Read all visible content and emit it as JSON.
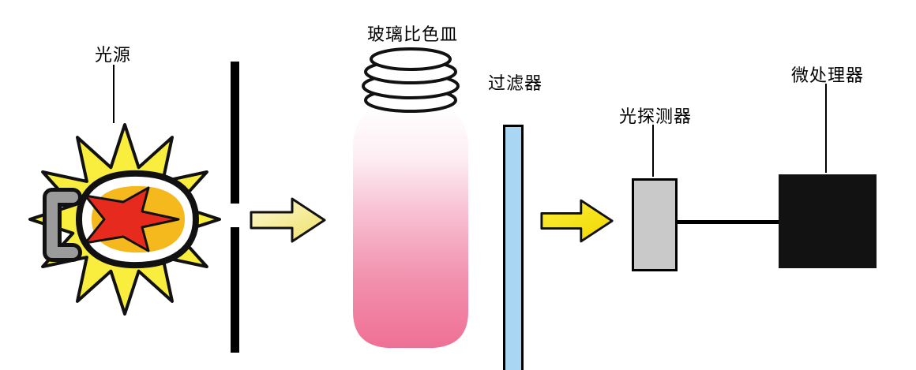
{
  "labels": {
    "light_source": "光源",
    "cuvette": "玻璃比色皿",
    "filter": "过滤器",
    "detector": "光探测器",
    "microprocessor": "微处理器"
  },
  "icons": {
    "light_source": "bulb-with-starburst-icon",
    "beam_left": "right-arrow-icon",
    "beam_right": "right-arrow-icon",
    "cuvette": "bottle-with-pink-liquid-icon"
  },
  "colors": {
    "starburst_yellow": "#f9ee3d",
    "bulb_amber": "#f5b91e",
    "bulb_flame_red": "#e62b1e",
    "bulb_base_gray": "#9b9b9b",
    "arrow_pale_yellow": "#f6eda0",
    "arrow_bright_yellow": "#f6e70e",
    "liquid_pink": "#ee7095",
    "filter_blue": "#a9d7f3",
    "detector_gray": "#c9c9c9",
    "microprocessor_black": "#121212",
    "outline_black": "#000000"
  }
}
